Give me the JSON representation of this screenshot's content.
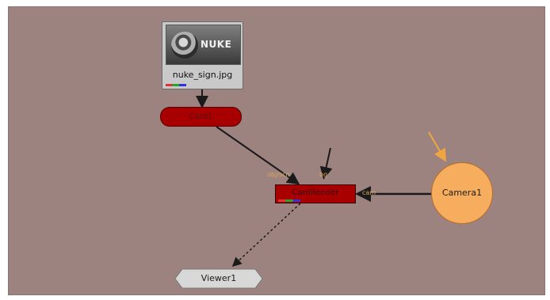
{
  "graph": {
    "background": "#9c8380",
    "nodes": {
      "read": {
        "thumbnail_text": "NUKE",
        "label": "nuke_sign.jpg",
        "color": "#c9c9c9"
      },
      "card": {
        "label": "Card1",
        "color": "#a80000"
      },
      "render": {
        "label": "CardRender",
        "color": "#a80000"
      },
      "camera": {
        "label": "Camera1",
        "color": "#f6ae5e"
      },
      "viewer": {
        "label": "Viewer1",
        "color": "#d8d8d8"
      }
    },
    "port_labels": {
      "render_top_left": "obj/scn",
      "render_top_right": "bg",
      "render_right": "cam"
    },
    "accent_colors": {
      "connection": "#1a1a1a",
      "arrow_highlight": "#f0a640"
    }
  }
}
